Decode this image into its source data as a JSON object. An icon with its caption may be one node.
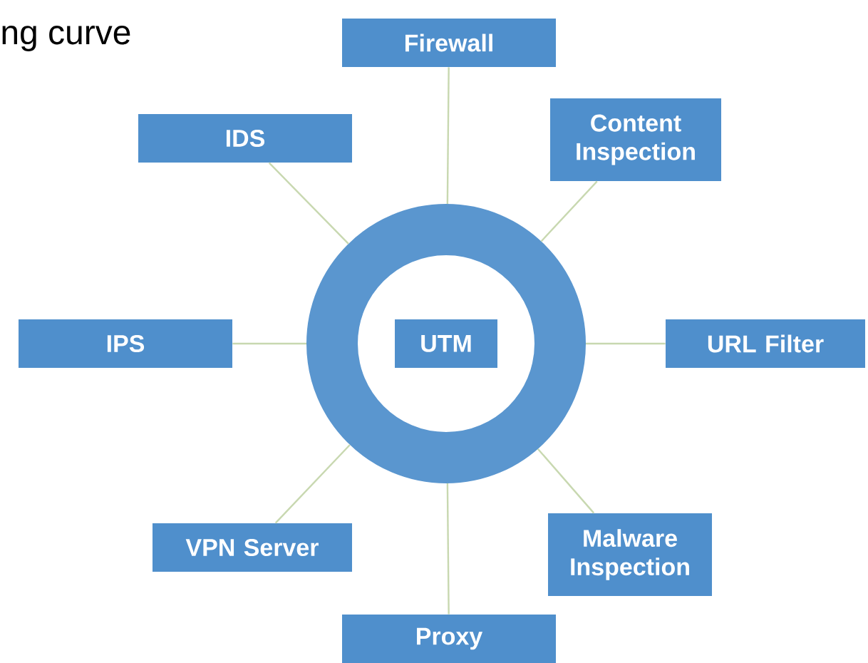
{
  "diagram": {
    "nodes": [
      {
        "text": [],
        "shape": "circle"
      },
      {
        "text": [
          "UTM"
        ],
        "in": 0
      },
      {
        "text": [
          "Firewall"
        ]
      },
      {
        "text": [
          "IDS"
        ]
      },
      {
        "text": [
          "Content Inspection"
        ]
      },
      {
        "text": [
          "IPS"
        ]
      },
      {
        "text": [
          "URL Filter"
        ]
      },
      {
        "text": [
          "VPN Server"
        ]
      },
      {
        "text": [
          "Malware Inspection"
        ]
      },
      {
        "text": [
          "Proxy"
        ]
      }
    ],
    "edges": [
      {
        "from": 0,
        "to": 2,
        "arrow": "none"
      },
      {
        "from": 0,
        "to": 3,
        "arrow": "none"
      },
      {
        "from": 0,
        "to": 4,
        "arrow": "none"
      },
      {
        "from": 0,
        "to": 5,
        "arrow": "none"
      },
      {
        "from": 0,
        "to": 6,
        "arrow": "none"
      },
      {
        "from": 0,
        "to": 7,
        "arrow": "none"
      },
      {
        "from": 0,
        "to": 8,
        "arrow": "none"
      },
      {
        "from": 0,
        "to": 9,
        "arrow": "none"
      }
    ],
    "labels": [
      "ng curve"
    ]
  }
}
